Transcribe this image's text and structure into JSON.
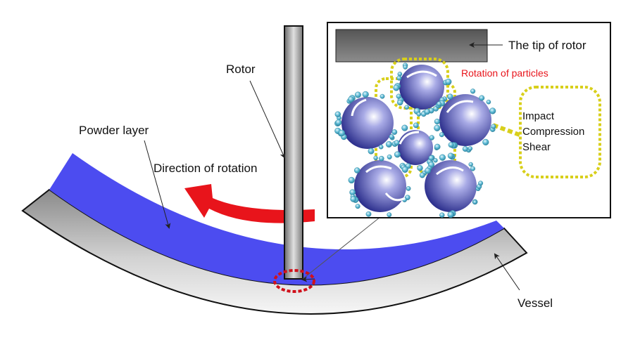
{
  "labels": {
    "rotor": "Rotor",
    "powder_layer": "Powder layer",
    "direction_of_rotation": "Direction of rotation",
    "tip_of_rotor": "The tip of rotor",
    "rotation_of_particles": "Rotation of particles",
    "impact": "Impact",
    "compression": "Compression",
    "shear": "Shear",
    "vessel": "Vessel"
  },
  "colors": {
    "powder": "#4c4cf0",
    "vessel_dark": "#8a8a8a",
    "vessel_light": "#f4f4f4",
    "rotor_dark": "#6e6e6e",
    "rotor_light": "#d6d6d6",
    "arrow_red": "#e8141b",
    "highlight_yellow": "#d8cf1a",
    "fine_particle": "#56b4cf",
    "particle_core": "#3d3fa0"
  },
  "icons": {
    "rotation_arrow": "curved-arrow-icon",
    "particle_rotation_arrows": "white-curved-arrow-icon",
    "focus_marker": "dashed-circle-icon",
    "interaction_arrow": "yellow-arrow-icon"
  }
}
